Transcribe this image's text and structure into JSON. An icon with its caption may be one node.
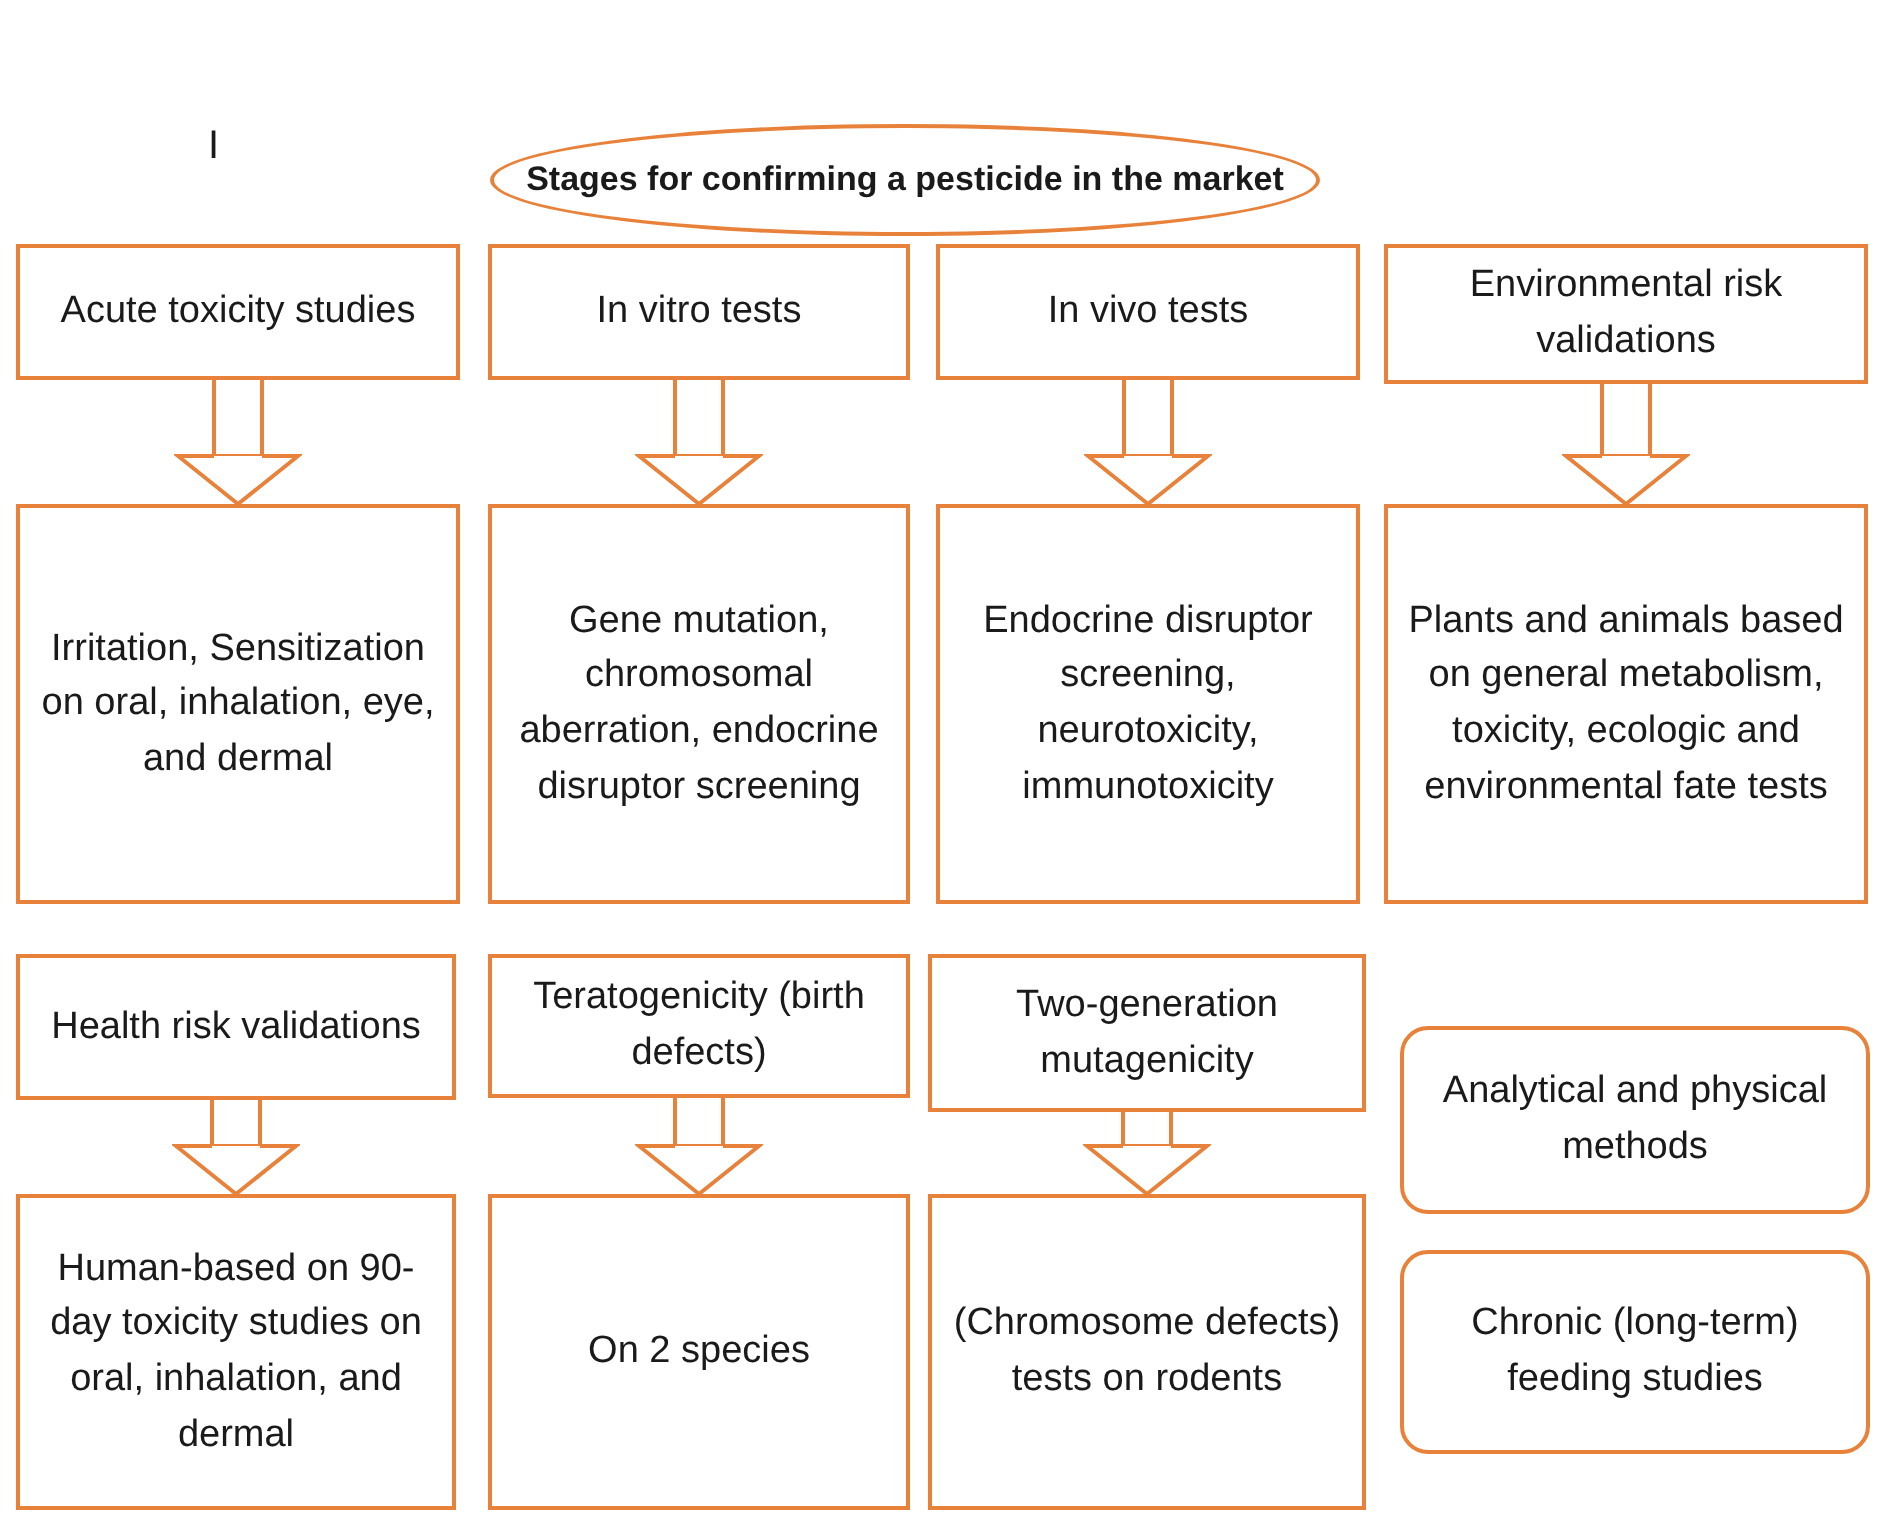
{
  "diagram": {
    "nodes": [
      {
        "text": [
          "Stages for confirming a pesticide in the market"
        ]
      },
      {
        "text": [
          "Acute toxicity studies"
        ]
      },
      {
        "text": [
          "Irritation, Sensitization on oral, inhalation, eye, and dermal"
        ]
      },
      {
        "text": [
          "In vitro tests"
        ]
      },
      {
        "text": [
          "Gene mutation, chromosomal aberration, endocrine disruptor screening"
        ]
      },
      {
        "text": [
          "In vivo tests"
        ]
      },
      {
        "text": [
          "Endocrine disruptor screening, neurotoxicity, immunotoxicity"
        ]
      },
      {
        "text": [
          "Environmental risk validations"
        ]
      },
      {
        "text": [
          "Plants and animals based on general metabolism, toxicity, ecologic and environmental fate tests"
        ]
      },
      {
        "text": [
          "Health risk validations"
        ]
      },
      {
        "text": [
          "Human-based on 90-day toxicity studies on oral, inhalation, and dermal"
        ]
      },
      {
        "text": [
          "Teratogenicity (birth defects)"
        ]
      },
      {
        "text": [
          "On 2 species"
        ]
      },
      {
        "text": [
          "Two-generation mutagenicity"
        ]
      },
      {
        "text": [
          "(Chromosome defects) tests on rodents"
        ]
      },
      {
        "text": [
          "Analytical and physical methods"
        ]
      },
      {
        "text": [
          "Chronic (long-term) feeding studies"
        ]
      }
    ],
    "edges": [
      {
        "from": 1,
        "to": 2,
        "arrow": "to"
      },
      {
        "from": 3,
        "to": 4,
        "arrow": "to"
      },
      {
        "from": 5,
        "to": 6,
        "arrow": "to"
      },
      {
        "from": 7,
        "to": 8,
        "arrow": "to"
      },
      {
        "from": 9,
        "to": 10,
        "arrow": "to"
      },
      {
        "from": 11,
        "to": 12,
        "arrow": "to"
      },
      {
        "from": 13,
        "to": 14,
        "arrow": "to"
      }
    ],
    "labels": [
      "I"
    ]
  }
}
